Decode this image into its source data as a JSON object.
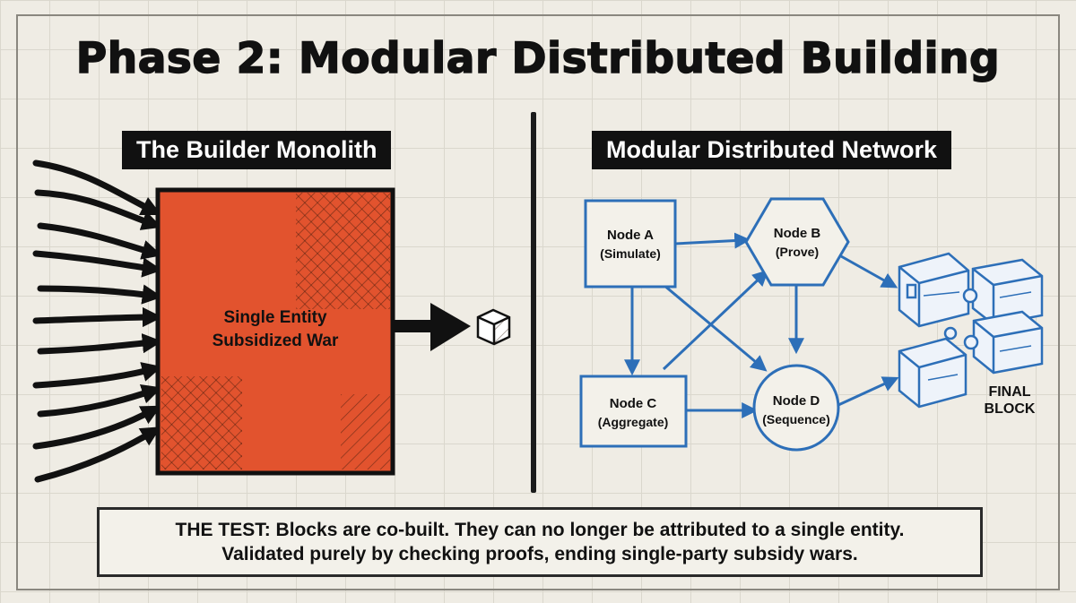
{
  "title": "Phase 2: Modular Distributed Building",
  "left_panel": {
    "label": "The Builder Monolith",
    "monolith_line1": "Single Entity",
    "monolith_line2": "Subsidized War"
  },
  "right_panel": {
    "label": "Modular Distributed Network",
    "nodes": [
      {
        "name": "Node A",
        "role": "(Simulate)"
      },
      {
        "name": "Node B",
        "role": "(Prove)"
      },
      {
        "name": "Node C",
        "role": "(Aggregate)"
      },
      {
        "name": "Node D",
        "role": "(Sequence)"
      }
    ],
    "final_line1": "FINAL",
    "final_line2": "BLOCK"
  },
  "caption": {
    "line1": "THE TEST: Blocks are co-built. They can no longer be attributed to a single entity.",
    "line2": "Validated purely by checking proofs, ending single-party subsidy wars."
  },
  "colors": {
    "monolith": "#e2532e",
    "network": "#2d6fb8",
    "ink": "#111111"
  }
}
